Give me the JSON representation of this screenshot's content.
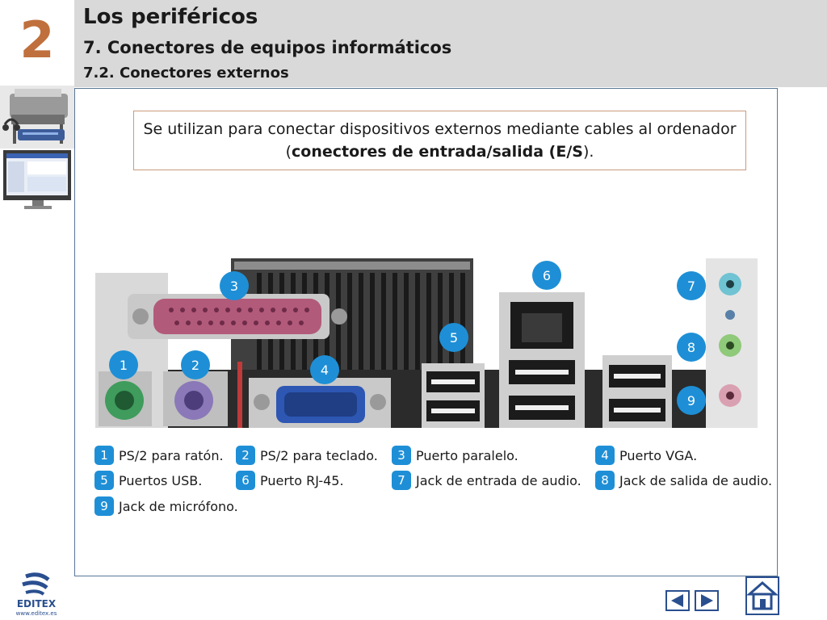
{
  "header": {
    "chapter_number": "2",
    "title": "Los periféricos",
    "subtitle": "7. Conectores de equipos informáticos",
    "section": "7.2. Conectores externos"
  },
  "intro": {
    "text_before": "Se utilizan para conectar dispositivos externos mediante cables al ordenador (",
    "text_bold": "conectores de entrada/salida (E/S",
    "text_after": ")."
  },
  "photo_badges": [
    "1",
    "2",
    "3",
    "4",
    "5",
    "6",
    "7",
    "8",
    "9"
  ],
  "legend": [
    {
      "num": "1",
      "label": "PS/2 para ratón."
    },
    {
      "num": "2",
      "label": "PS/2 para teclado."
    },
    {
      "num": "3",
      "label": "Puerto paralelo."
    },
    {
      "num": "4",
      "label": "Puerto VGA."
    },
    {
      "num": "5",
      "label": "Puertos USB."
    },
    {
      "num": "6",
      "label": "Puerto RJ-45."
    },
    {
      "num": "7",
      "label": "Jack de entrada de audio."
    },
    {
      "num": "8",
      "label": "Jack de salida de audio."
    },
    {
      "num": "9",
      "label": "Jack de micrófono."
    }
  ],
  "footer": {
    "brand": "EDITEX",
    "website": "www.editex.es"
  },
  "icons": {
    "prev": "triangle-left-icon",
    "next": "triangle-right-icon",
    "home": "home-icon"
  },
  "colors": {
    "accent_chapter": "#c0703c",
    "badge_blue": "#1e8fd6",
    "header_gray": "#d9d9d9",
    "frame_border": "#5a7797",
    "intro_border": "#c99b7d"
  }
}
